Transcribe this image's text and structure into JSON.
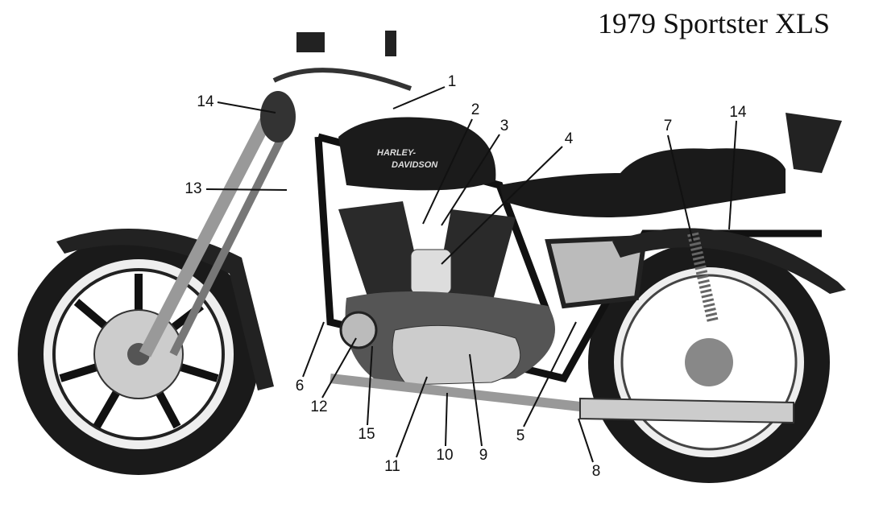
{
  "title": "1979 Sportster XLS",
  "tank_logo": [
    "HARLEY-",
    "DAVIDSON"
  ],
  "callouts": [
    "1",
    "2",
    "3",
    "4",
    "5",
    "6",
    "7",
    "8",
    "9",
    "10",
    "11",
    "12",
    "13",
    "14",
    "14",
    "15"
  ]
}
